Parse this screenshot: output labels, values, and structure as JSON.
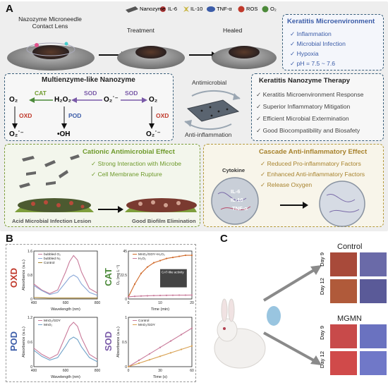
{
  "panel_labels": {
    "a": "A",
    "b": "B",
    "c": "C"
  },
  "top": {
    "lens_title": "Nazozyme Microneedle\nContact Lens",
    "treatment": "Treatment",
    "healed": "Healed",
    "legend": [
      {
        "label": "Nanozyme",
        "color": "#555555",
        "icon": "nanozyme-sheet-icon"
      },
      {
        "label": "IL-6",
        "color": "#b23a3a",
        "icon": "il6-icon"
      },
      {
        "label": "IL-10",
        "color": "#c8b540",
        "icon": "il10-icon"
      },
      {
        "label": "TNF-α",
        "color": "#3b5ca8",
        "icon": "tnf-icon"
      },
      {
        "label": "ROS",
        "color": "#c0392b",
        "icon": "ros-icon"
      },
      {
        "label": "O₂",
        "color": "#4c8a3a",
        "icon": "o2-icon"
      }
    ]
  },
  "micro": {
    "title": "Keratitis Microenvironment",
    "items": [
      "Inflammation",
      "Microbial Infection",
      "Hypoxia",
      "pH = 7.5 ~ 7.6"
    ]
  },
  "multi": {
    "title": "Multienzyme-like Nanozyme",
    "cat": "CAT",
    "sod1": "SOD",
    "sod2": "SOD",
    "oxd1": "OXD",
    "oxd2": "OXD",
    "pod": "POD",
    "o2_left": "O₂",
    "h2o2": "H₂O₂",
    "o2m_right": "O₂˙⁻",
    "o2_right": "O₂",
    "o2m_bl": "O₂˙⁻",
    "oh": "•OH",
    "o2m_br": "O₂˙⁻"
  },
  "center": {
    "antimicrobial": "Antimicrobial",
    "antiinflam": "Anti-inflammation"
  },
  "therapy": {
    "title": "Keratitis Nanozyme Therapy",
    "items": [
      "Keratitis Microenvironment Response",
      "Superior Inflammatory Mitigation",
      "Efficient Microbial Extermination",
      "Good Biocompatibility and Biosafety"
    ]
  },
  "cationic": {
    "title": "Cationic Antimicrobial Effect",
    "items": [
      "Strong Interaction with Microbe",
      "Cell Membrane Rupture"
    ],
    "left_caption": "Acid Microbial Infection Lesion",
    "right_caption": "Good Biofilm Elimination"
  },
  "cascade": {
    "title": "Cascade Anti-inflammatory Effect",
    "cytokine": "Cytokine",
    "eye_labels": [
      "IL-6",
      "IL-10",
      "TNF-α"
    ],
    "items": [
      "Reduced Pro-inflammatory Factors",
      "Enhanced Anti-inflammatory Factors",
      "Release Oxygen"
    ]
  },
  "panelB": {
    "labels": {
      "oxd": "OXD",
      "cat": "CAT",
      "pod": "POD",
      "sod": "SOD"
    },
    "oxd_chart": {
      "ylabel": "Absorbance (a.u.)",
      "xlabel": "Wavelength (nm)",
      "legend": [
        "bubbled O₂",
        "bubbled N₂",
        "Control"
      ]
    },
    "cat_chart": {
      "ylabel": "O₂ (mg L⁻¹)",
      "xlabel": "Time (min)",
      "legend": [
        "MnO₂/GDY+H₂O₂",
        "H₂O₂"
      ],
      "inset": "CAT-like activity"
    },
    "pod_chart": {
      "ylabel": "Absorbance (a.u.)",
      "xlabel": "Wavelength (nm)",
      "legend": [
        "MnO₂/GDY",
        "MnO₂"
      ]
    },
    "sod_chart": {
      "ylabel": "Absorbance (a.u.)",
      "xlabel": "Time (s)",
      "legend": [
        "Control",
        "MnO₂/GDY"
      ]
    }
  },
  "chart_data": [
    {
      "type": "line",
      "title": "OXD",
      "xlabel": "Wavelength (nm)",
      "ylabel": "Absorbance (a.u.)",
      "xlim": [
        400,
        800
      ],
      "ylim": [
        0,
        1.6
      ],
      "x": [
        400,
        450,
        500,
        550,
        600,
        625,
        650,
        675,
        700,
        750,
        800
      ],
      "series": [
        {
          "name": "bubbled O₂",
          "color": "#c97a9a",
          "values": [
            0.5,
            0.3,
            0.18,
            0.3,
            0.9,
            1.25,
            1.45,
            1.3,
            0.9,
            0.35,
            0.2
          ]
        },
        {
          "name": "bubbled N₂",
          "color": "#8aa8d8",
          "values": [
            0.45,
            0.28,
            0.15,
            0.22,
            0.55,
            0.72,
            0.8,
            0.72,
            0.5,
            0.22,
            0.12
          ]
        },
        {
          "name": "Control",
          "color": "#a7822c",
          "values": [
            0.05,
            0.04,
            0.03,
            0.03,
            0.03,
            0.03,
            0.03,
            0.03,
            0.03,
            0.03,
            0.03
          ]
        }
      ]
    },
    {
      "type": "line",
      "title": "CAT",
      "xlabel": "Time (min)",
      "ylabel": "O₂ (mg L⁻¹)",
      "xlim": [
        0,
        20
      ],
      "ylim": [
        0,
        45
      ],
      "x": [
        0,
        2,
        4,
        6,
        8,
        10,
        12,
        14,
        16,
        18,
        20
      ],
      "series": [
        {
          "name": "MnO₂/GDY+H₂O₂",
          "color": "#d06a2a",
          "values": [
            2,
            14,
            24,
            30,
            34,
            36,
            38,
            39,
            40,
            41,
            41
          ]
        },
        {
          "name": "H₂O₂",
          "color": "#c97a9a",
          "values": [
            2,
            2.5,
            2.8,
            3,
            3.2,
            3.3,
            3.4,
            3.5,
            3.6,
            3.6,
            3.7
          ]
        }
      ]
    },
    {
      "type": "line",
      "title": "POD",
      "xlabel": "Wavelength (nm)",
      "ylabel": "Absorbance (a.u.)",
      "xlim": [
        400,
        800
      ],
      "ylim": [
        0,
        1.2
      ],
      "x": [
        400,
        450,
        500,
        550,
        600,
        625,
        650,
        675,
        700,
        750,
        800
      ],
      "series": [
        {
          "name": "MnO₂/GDY",
          "color": "#c97a9a",
          "values": [
            0.45,
            0.3,
            0.2,
            0.3,
            0.75,
            0.98,
            1.08,
            0.98,
            0.7,
            0.3,
            0.18
          ]
        },
        {
          "name": "MnO₂",
          "color": "#6fa2c8",
          "values": [
            0.4,
            0.25,
            0.16,
            0.22,
            0.5,
            0.66,
            0.72,
            0.66,
            0.48,
            0.22,
            0.12
          ]
        }
      ]
    },
    {
      "type": "line",
      "title": "SOD",
      "xlabel": "Time (s)",
      "ylabel": "Absorbance (a.u.)",
      "xlim": [
        0,
        60
      ],
      "ylim": [
        0,
        1.0
      ],
      "x": [
        0,
        10,
        20,
        30,
        40,
        50,
        60
      ],
      "series": [
        {
          "name": "Control",
          "color": "#c97a9a",
          "values": [
            0.0,
            0.13,
            0.26,
            0.39,
            0.52,
            0.65,
            0.78
          ]
        },
        {
          "name": "MnO₂/GDY",
          "color": "#d8a050",
          "values": [
            0.0,
            0.07,
            0.14,
            0.21,
            0.28,
            0.35,
            0.42
          ]
        }
      ]
    }
  ],
  "panelC": {
    "control": "Control",
    "mgmn": "MGMN",
    "day9": "Day 9",
    "day12": "Day 12"
  }
}
